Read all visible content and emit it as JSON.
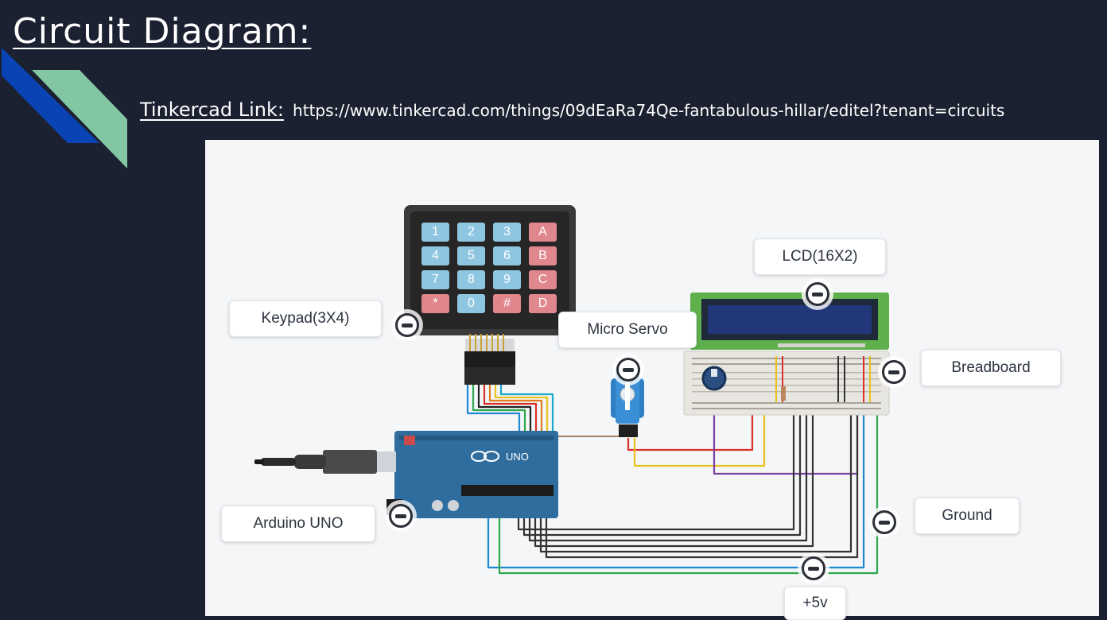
{
  "slide": {
    "title": "Circuit Diagram:",
    "link_label": "Tinkercad Link:",
    "link_url": "https://www.tinkercad.com/things/09dEaRa74Qe-fantabulous-hillar/editel?tenant=circuits"
  },
  "colors": {
    "background": "#1b2130",
    "accent_blue": "#0a44b4",
    "accent_green": "#82c6a3",
    "canvas": "#f4f6f8",
    "arduino_board": "#2f6d9e",
    "lcd_pcb": "#5fb04d",
    "lcd_screen": "#22367a"
  },
  "diagram": {
    "callouts": {
      "keypad": "Keypad(3X4)",
      "micro_servo": "Micro Servo",
      "lcd": "LCD(16X2)",
      "breadboard": "Breadboard",
      "arduino": "Arduino UNO",
      "ground": "Ground",
      "power": "+5v"
    },
    "keypad_keys": [
      [
        "1",
        "2",
        "3",
        "A"
      ],
      [
        "4",
        "5",
        "6",
        "B"
      ],
      [
        "7",
        "8",
        "9",
        "C"
      ],
      [
        "*",
        "0",
        "#",
        "D"
      ]
    ],
    "arduino_logo": "UNO"
  }
}
